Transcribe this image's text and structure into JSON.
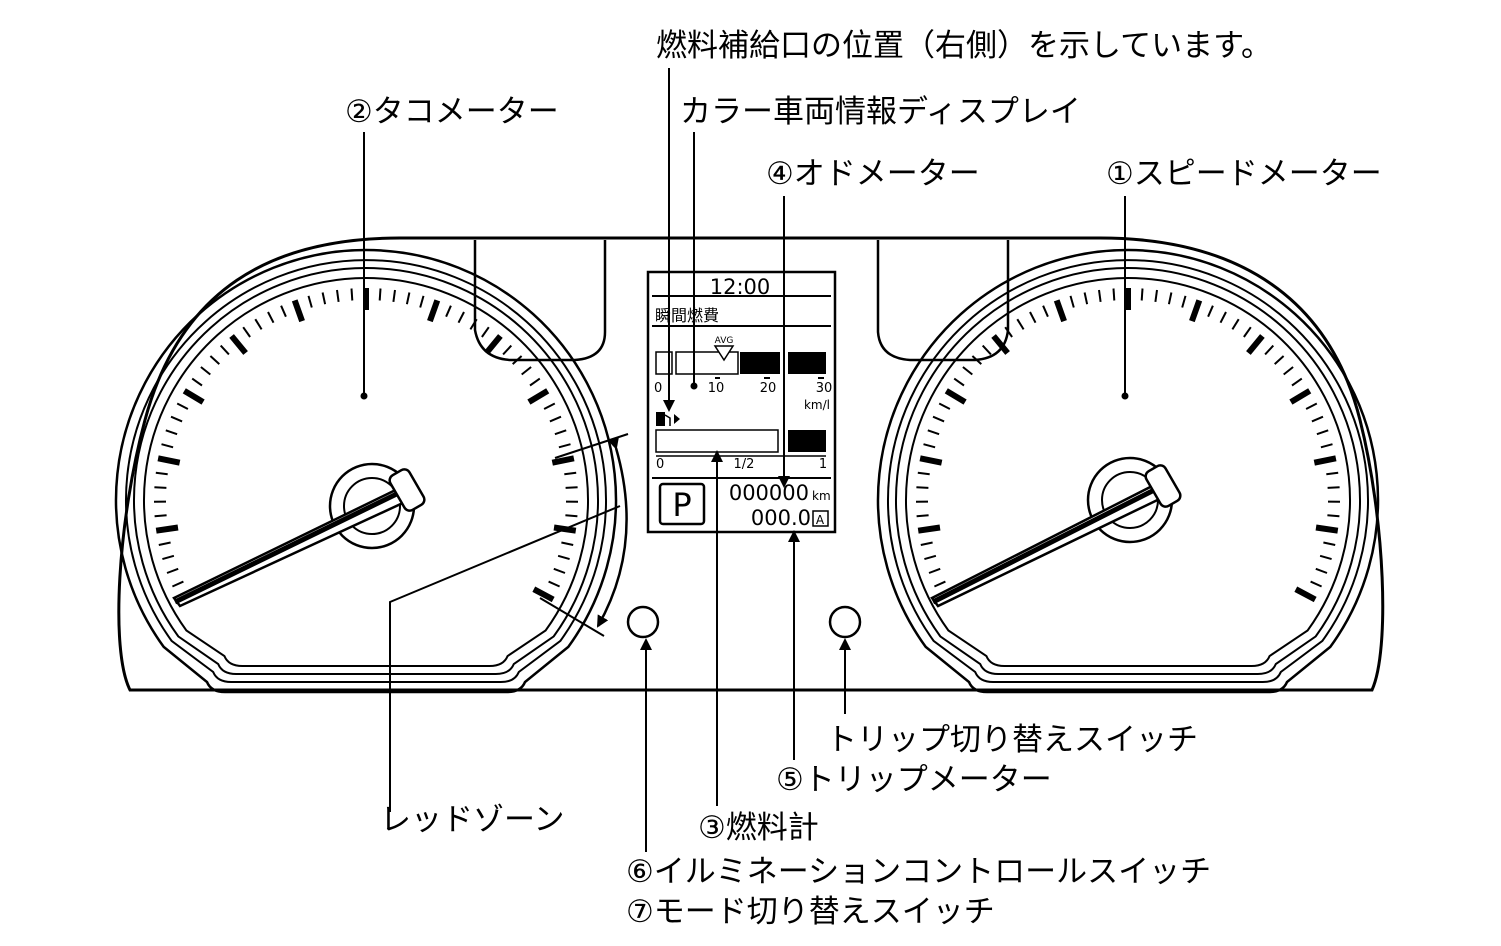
{
  "callouts": {
    "fuel_door": "燃料補給口の位置（右側）を示しています。",
    "tachometer": "②タコメーター",
    "color_display": "カラー車両情報ディスプレイ",
    "odometer": "④オドメーター",
    "speedometer": "①スピードメーター",
    "trip_switch": "トリップ切り替えスイッチ",
    "trip_meter": "⑤トリップメーター",
    "red_zone": "レッドゾーン",
    "fuel_gauge": "③燃料計",
    "illumination_switch": "⑥イルミネーションコントロールスイッチ",
    "mode_switch": "⑦モード切り替えスイッチ"
  },
  "display": {
    "clock": "12:00",
    "mode_title": "瞬間燃費",
    "avg_label": "AVG",
    "economy_ticks": [
      "0",
      "10",
      "20",
      "30"
    ],
    "economy_unit": "km/l",
    "fuel_ticks": [
      "0",
      "1/2",
      "1"
    ],
    "gear": "P",
    "odometer": "000000",
    "odometer_unit": "km",
    "trip": "000.0",
    "trip_id": "A"
  }
}
